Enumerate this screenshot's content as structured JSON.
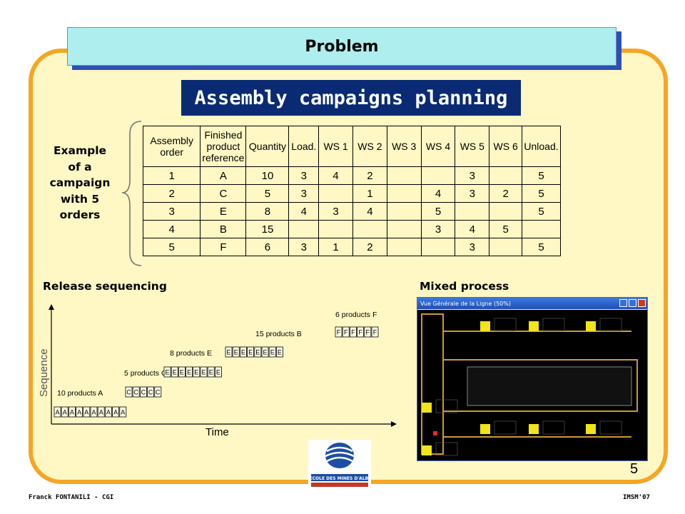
{
  "header": {
    "title": "Problem"
  },
  "slide": {
    "title": "Assembly campaigns planning",
    "example_lines": [
      "Example",
      "of a",
      "campaign",
      "with 5",
      "orders"
    ],
    "release_label": "Release sequencing",
    "mixed_label": "Mixed process",
    "page_number": "5"
  },
  "table": {
    "headers": [
      [
        "Assembly",
        "order"
      ],
      [
        "Finished",
        "product",
        "reference"
      ],
      [
        "Quantity"
      ],
      [
        "Load."
      ],
      [
        "WS 1"
      ],
      [
        "WS 2"
      ],
      [
        "WS 3"
      ],
      [
        "WS 4"
      ],
      [
        "WS 5"
      ],
      [
        "WS 6"
      ],
      [
        "Unload."
      ]
    ],
    "rows": [
      [
        "1",
        "A",
        "10",
        "3",
        "4",
        "2",
        "",
        "",
        "3",
        "",
        "5"
      ],
      [
        "2",
        "C",
        "5",
        "3",
        "",
        "1",
        "",
        "4",
        "3",
        "2",
        "5"
      ],
      [
        "3",
        "E",
        "8",
        "4",
        "3",
        "4",
        "",
        "5",
        "",
        "",
        "5"
      ],
      [
        "4",
        "B",
        "15",
        "",
        "",
        "",
        "",
        "3",
        "4",
        "5",
        ""
      ],
      [
        "5",
        "F",
        "6",
        "3",
        "1",
        "2",
        "",
        "",
        "3",
        "",
        "5"
      ]
    ]
  },
  "sequence": {
    "y_axis": "Sequence",
    "x_axis": "Time",
    "groups": [
      {
        "label": "10 products A",
        "letter": "A",
        "count": 10
      },
      {
        "label": "5 products C",
        "letter": "C",
        "count": 5
      },
      {
        "label": "8 products E",
        "letter": "E",
        "count": 16
      },
      {
        "label": "15 products B",
        "letter": "F",
        "count": 6
      },
      {
        "label": "6 products F",
        "letter": "",
        "count": 0
      }
    ]
  },
  "screen": {
    "window_title": "Vue Générale de la Ligne (50%)"
  },
  "footer": {
    "author": "Franck FONTANILI - CGI",
    "conference": "IMSM'07",
    "logo_text": "ECOLE DES MINES D'ALBI"
  },
  "colors": {
    "panel_fill": "#fff8c4",
    "panel_border": "#f5a623",
    "header_fill": "#aeeeee",
    "title_fill": "#0a2a73"
  }
}
